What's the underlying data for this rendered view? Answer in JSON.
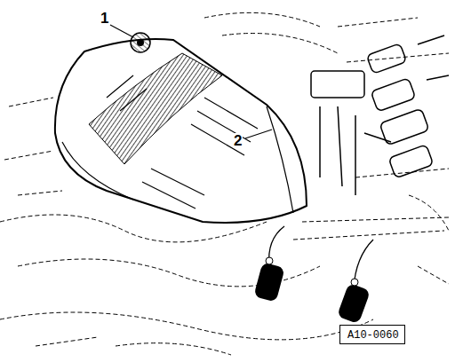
{
  "diagram": {
    "nodes": [
      {
        "text": [
          "A10-0060"
        ]
      }
    ],
    "labels": [
      "1",
      "2"
    ]
  }
}
